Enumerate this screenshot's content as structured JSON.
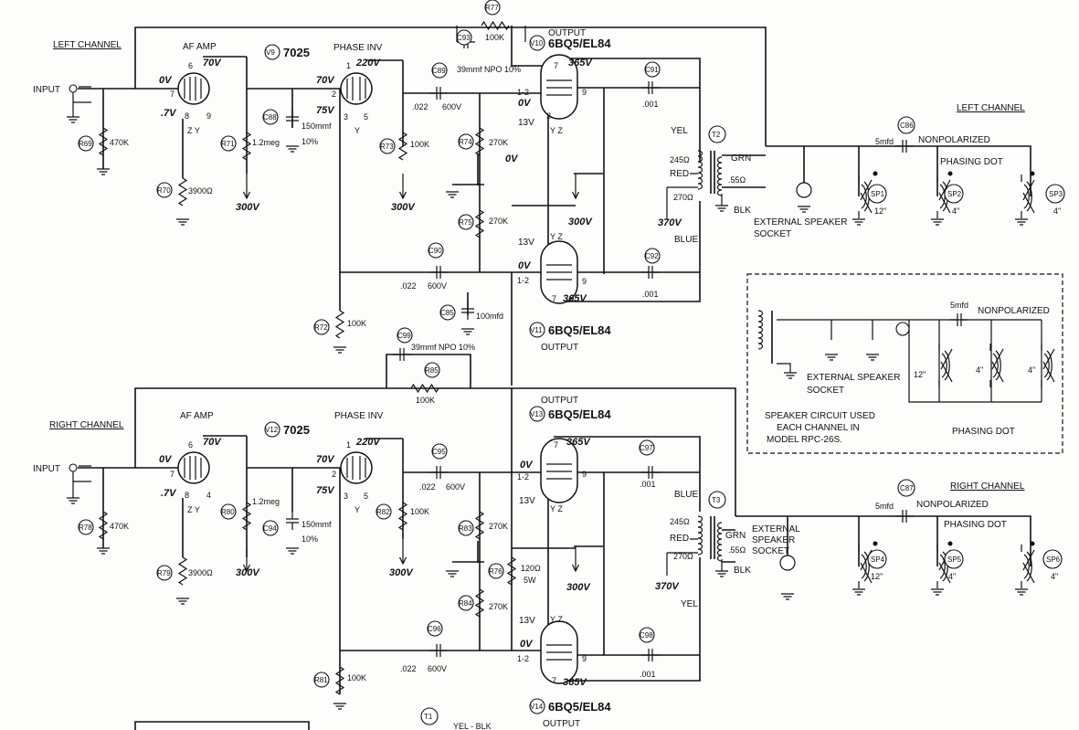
{
  "headers": {
    "left_channel": "LEFT CHANNEL",
    "right_channel": "RIGHT CHANNEL",
    "left_channel_out": "LEFT CHANNEL",
    "right_channel_out": "RIGHT CHANNEL"
  },
  "input_label": "INPUT",
  "stage_labels": {
    "af_amp": "AF AMP",
    "phase_inv": "PHASE INV",
    "output": "OUTPUT"
  },
  "tubes": {
    "v9": {
      "ref": "V9",
      "type": "7025"
    },
    "v10": {
      "ref": "V10",
      "type": "6BQ5/EL84"
    },
    "v11": {
      "ref": "V11",
      "type": "6BQ5/EL84"
    },
    "v12": {
      "ref": "V12",
      "type": "7025"
    },
    "v13": {
      "ref": "V13",
      "type": "6BQ5/EL84"
    },
    "v14": {
      "ref": "V14",
      "type": "6BQ5/EL84"
    }
  },
  "voltages": {
    "v0": "0V",
    "v7": ".7V",
    "v70": "70V",
    "v75": "75V",
    "v220": "220V",
    "v300": "300V",
    "v365": "365V",
    "v370": "370V",
    "v13": "13V"
  },
  "pins": {
    "p6": "6",
    "p7": "7",
    "p8": "8",
    "p9": "9",
    "p4": "4",
    "p1": "1",
    "p2": "2",
    "p3": "3",
    "p5": "5",
    "p12": "1-2",
    "zy": "Z Y",
    "yz": "Y Z",
    "y": "Y"
  },
  "components": {
    "r69": {
      "ref": "R69",
      "value": "470K"
    },
    "r70": {
      "ref": "R70",
      "value": "3900Ω"
    },
    "r71": {
      "ref": "R71",
      "value": "1.2meg"
    },
    "r72": {
      "ref": "R72",
      "value": "100K"
    },
    "r73": {
      "ref": "R73",
      "value": "100K"
    },
    "r74": {
      "ref": "R74",
      "value": "270K"
    },
    "r75": {
      "ref": "R75",
      "value": "270K"
    },
    "r76": {
      "ref": "R76",
      "value": "120Ω",
      "value2": "5W"
    },
    "r77": {
      "ref": "R77",
      "value": "100K"
    },
    "r78": {
      "ref": "R78",
      "value": "470K"
    },
    "r79": {
      "ref": "R79",
      "value": "3900Ω"
    },
    "r80": {
      "ref": "R80",
      "value": "1.2meg"
    },
    "r81": {
      "ref": "R81",
      "value": "100K"
    },
    "r82": {
      "ref": "R82",
      "value": "100K"
    },
    "r83": {
      "ref": "R83",
      "value": "270K"
    },
    "r84": {
      "ref": "R84",
      "value": "270K"
    },
    "r85": {
      "ref": "R85",
      "value": "100K"
    },
    "c85": {
      "ref": "C85",
      "value": "100mfd"
    },
    "c86": {
      "ref": "C86",
      "value": "5mfd"
    },
    "c87": {
      "ref": "C87",
      "value": "5mfd"
    },
    "c88": {
      "ref": "C88",
      "value": "150mmf",
      "value2": "10%"
    },
    "c89": {
      "ref": "C89",
      "value": ".022",
      "value2": "600V"
    },
    "c90": {
      "ref": "C90",
      "value": ".022",
      "value2": "600V"
    },
    "c91": {
      "ref": "C91",
      "value": ".001"
    },
    "c92": {
      "ref": "C92",
      "value": ".001"
    },
    "c93": {
      "ref": "C93",
      "value": "39mmf NPO 10%"
    },
    "c94": {
      "ref": "C94",
      "value": "150mmf",
      "value2": "10%"
    },
    "c95": {
      "ref": "C95",
      "value": ".022",
      "value2": "600V"
    },
    "c96": {
      "ref": "C96",
      "value": ".022",
      "value2": "600V"
    },
    "c97": {
      "ref": "C97",
      "value": ".001"
    },
    "c98": {
      "ref": "C98",
      "value": ".001"
    },
    "c99": {
      "ref": "C99",
      "value": "39mmf NPO 10%"
    }
  },
  "transformers": {
    "t1": {
      "ref": "T1",
      "lead": "YEL - BLK"
    },
    "t2": {
      "ref": "T2"
    },
    "t3": {
      "ref": "T3"
    },
    "ohm245": "245Ω",
    "ohm270": "270Ω",
    "ohm55": ".55Ω",
    "colors": {
      "yel": "YEL",
      "red": "RED",
      "grn": "GRN",
      "blk": "BLK",
      "blue": "BLUE"
    }
  },
  "speakers": {
    "sp1": {
      "ref": "SP1",
      "size": "12\""
    },
    "sp2": {
      "ref": "SP2",
      "size": "4\""
    },
    "sp3": {
      "ref": "SP3",
      "size": "4\""
    },
    "sp4": {
      "ref": "SP4",
      "size": "12\""
    },
    "sp5": {
      "ref": "SP5",
      "size": "4\""
    },
    "sp6": {
      "ref": "SP6",
      "size": "4\""
    }
  },
  "speaker_notes": {
    "nonpolarized": "NONPOLARIZED",
    "phasing_dot": "PHASING DOT",
    "ext_socket_l1": "EXTERNAL SPEAKER",
    "ext_socket_l2": "SOCKET",
    "ext_r_l1": "EXTERNAL",
    "ext_r_l2": "SPEAKER",
    "ext_r_l3": "SOCKET"
  },
  "inset": {
    "cap_value": "5mfd",
    "nonpolarized": "NONPOLARIZED",
    "ext_l1": "EXTERNAL SPEAKER",
    "ext_l2": "SOCKET",
    "size12": "12\"",
    "size4a": "4\"",
    "size4b": "4\"",
    "phasing_dot": "PHASING DOT",
    "note_l1": "SPEAKER CIRCUIT USED",
    "note_l2": "EACH CHANNEL IN",
    "note_l3": "MODEL RPC-26S."
  }
}
